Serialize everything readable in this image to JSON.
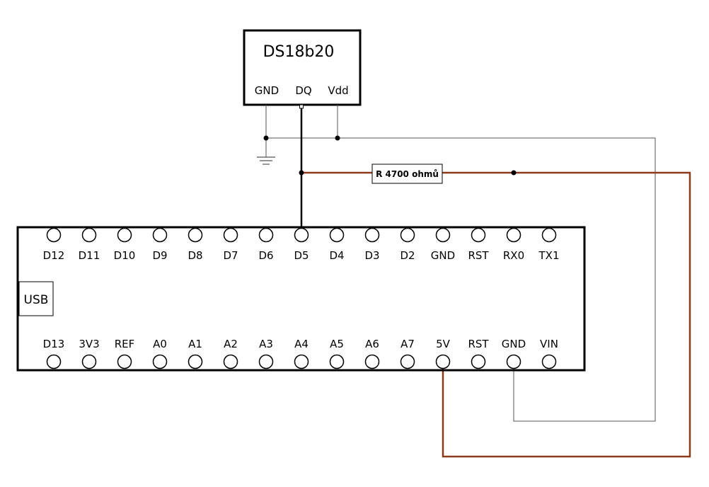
{
  "sensor": {
    "title": "DS18b20",
    "pins": [
      "GND",
      "DQ",
      "Vdd"
    ]
  },
  "resistor": {
    "label": "R 4700 ohmů"
  },
  "board": {
    "usb_label": "USB",
    "top_pins": [
      "D12",
      "D11",
      "D10",
      "D9",
      "D8",
      "D7",
      "D6",
      "D5",
      "D4",
      "D3",
      "D2",
      "GND",
      "RST",
      "RX0",
      "TX1"
    ],
    "bottom_pins": [
      "D13",
      "3V3",
      "REF",
      "A0",
      "A1",
      "A2",
      "A3",
      "A4",
      "A5",
      "A6",
      "A7",
      "5V",
      "RST",
      "GND",
      "VIN"
    ]
  },
  "colors": {
    "outline": "#000000",
    "wire_dq": "#000000",
    "wire_pullup": "#8b3a1a",
    "wire_gnd": "#555555"
  }
}
